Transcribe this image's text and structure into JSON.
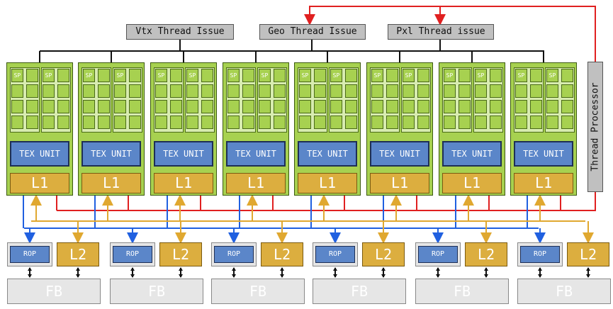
{
  "issue_blocks": [
    {
      "label": "Vtx Thread Issue"
    },
    {
      "label": "Geo Thread Issue"
    },
    {
      "label": "Pxl Thread issue"
    }
  ],
  "thread_processor": {
    "label": "Thread Processor"
  },
  "cluster": {
    "sp_label": "SP",
    "tex_label": "TEX UNIT",
    "l1_label": "L1",
    "count": 8
  },
  "partition": {
    "rop_label": "ROP",
    "l2_label": "L2",
    "fb_label": "FB",
    "count": 6
  },
  "colors": {
    "red": "#e02020",
    "blue": "#2060e0",
    "gold": "#e0a830",
    "black": "#111111",
    "green": "#a7d150"
  }
}
